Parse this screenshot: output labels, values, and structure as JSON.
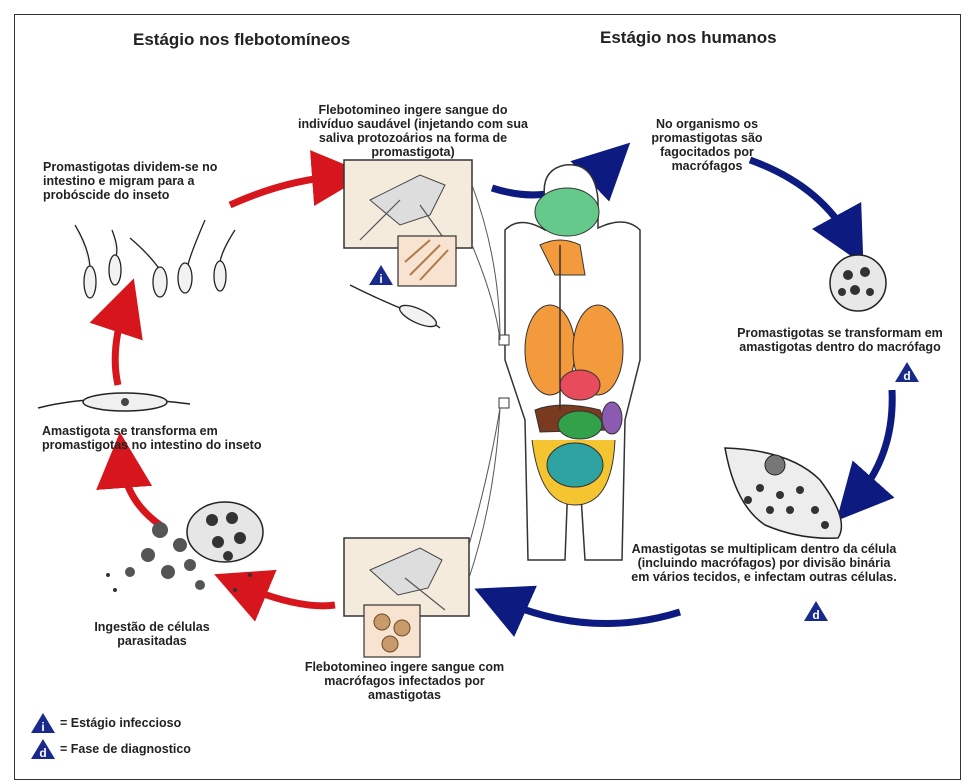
{
  "headers": {
    "sandfly": "Estágio nos flebotomíneos",
    "human": "Estágio nos humanos"
  },
  "steps": {
    "sandfly_bite_promastigote": "Flebotomineo ingere sangue do indivíduo saudável (injetando com sua saliva protozoários na forma de promastigota)",
    "phagocytosis": "No organismo os promastigotas são fagocitados por macrófagos",
    "transform_in_macrophage": "Promastigotas se transformam em amastigotas dentro do macrófago",
    "multiply": "Amastigotas se multiplicam dentro da célula (incluindo macrófagos) por divisão binária em vários tecidos, e infectam outras células.",
    "sandfly_bite_amastigote": "Flebotomineo ingere sangue com macrófagos infectados por amastigotas",
    "ingestion": "Ingestão de células parasitadas",
    "amastigote_transform": "Amastigota se transforma em promastigotas no intestino do inseto",
    "promastigote_divide": "Promastigotas dividem-se no intestino e migram para a probóscide do inseto"
  },
  "badges": {
    "infective": "i",
    "diagnostic": "d"
  },
  "legend": [
    {
      "symbol": "i",
      "text": "= Estágio infeccioso"
    },
    {
      "symbol": "d",
      "text": "= Fase de diagnostico"
    }
  ],
  "colors": {
    "human_arrow": "#0d1a80",
    "sandfly_arrow": "#d6161c",
    "badge_fill": "#1a2a8c"
  }
}
